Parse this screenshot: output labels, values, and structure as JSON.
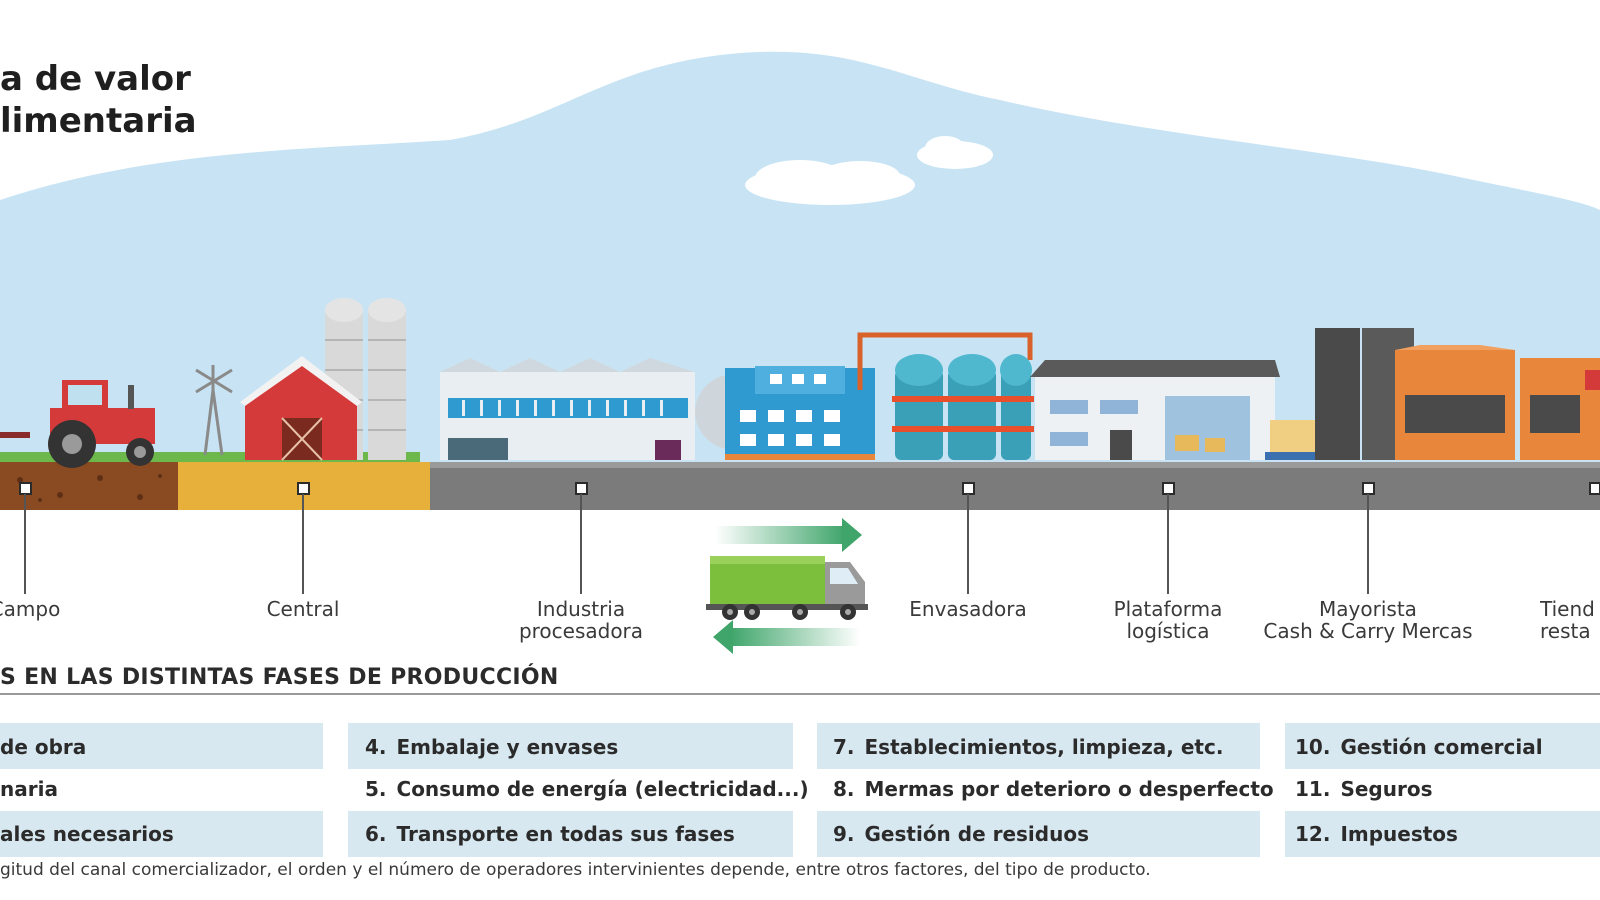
{
  "title": {
    "line1": "a de valor",
    "line2": "limentaria"
  },
  "stages": [
    {
      "id": "campo",
      "label": "Campo"
    },
    {
      "id": "central",
      "label": "Central"
    },
    {
      "id": "industria",
      "label": "Industria\nprocesadora"
    },
    {
      "id": "envasadora",
      "label": "Envasadora"
    },
    {
      "id": "plataforma",
      "label": "Plataforma\nlogística"
    },
    {
      "id": "mayorista",
      "label": "Mayorista\nCash & Carry Mercas"
    },
    {
      "id": "tienda",
      "label": "Tiend\nresta"
    }
  ],
  "phases_title": "S EN LAS DISTINTAS FASES DE PRODUCCIÓN",
  "costs": [
    {
      "num": "",
      "label": "de obra"
    },
    {
      "num": "",
      "label": "naria"
    },
    {
      "num": "",
      "label": "ales necesarios"
    },
    {
      "num": "4.",
      "label": "Embalaje y envases"
    },
    {
      "num": "5.",
      "label": "Consumo de energía (electricidad...)"
    },
    {
      "num": "6.",
      "label": "Transporte en todas sus fases"
    },
    {
      "num": "7.",
      "label": "Establecimientos, limpieza, etc."
    },
    {
      "num": "8.",
      "label": "Mermas por deterioro o desperfecto"
    },
    {
      "num": "9.",
      "label": "Gestión de residuos"
    },
    {
      "num": "10.",
      "label": "Gestión comercial"
    },
    {
      "num": "11.",
      "label": "Seguros"
    },
    {
      "num": "12.",
      "label": "Impuestos"
    }
  ],
  "footnote": "gitud del canal comercializador, el orden y el número de operadores intervinientes depende, entre otros factores, del tipo de producto.",
  "colors": {
    "sky": "#c8e4f4",
    "road": "#7b7b7b",
    "soil": "#8a4a22",
    "yellow_band": "#e6b03a",
    "cost_box": "#d8e8f1",
    "orange_building": "#e8863c",
    "teal_tanks": "#3aa0b8",
    "truck_green": "#7cbf3c",
    "arrow_green": "#3fa56a"
  }
}
